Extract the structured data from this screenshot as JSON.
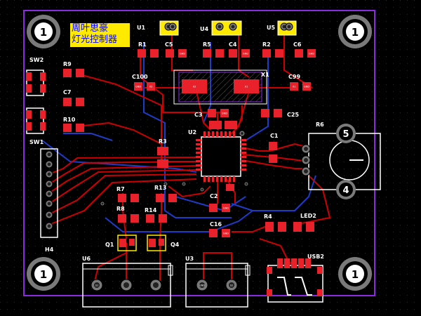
{
  "title": {
    "line1": "周叶思豪",
    "line2": "灯光控制器"
  },
  "mounting_hole_label": "1",
  "pot_labels": {
    "top": "5",
    "bottom": "4"
  },
  "designators": {
    "sw2": "SW2",
    "sw1": "SW1",
    "r9": "R9",
    "c7": "C7",
    "r10": "R10",
    "h4": "H4",
    "u1": "U1",
    "u4": "U4",
    "u5": "U5",
    "r1": "R1",
    "c5": "C5",
    "r5": "R5",
    "c4": "C4",
    "r2": "R2",
    "c6": "C6",
    "c100": "C100",
    "x1": "X1",
    "c99": "C99",
    "c3": "C3",
    "c25": "C25",
    "u2": "U2",
    "c1": "C1",
    "r3": "R3",
    "r6": "R6",
    "r7": "R7",
    "r13": "R13",
    "r8": "R8",
    "r14": "R14",
    "c2": "C2",
    "c16": "C16",
    "r4": "R4",
    "led2": "LED2",
    "q1": "Q1",
    "q4": "Q4",
    "u6": "U6",
    "u3": "U3",
    "usb2": "USB2"
  },
  "pad_labels": {
    "gnd": "GND",
    "x1": "X1",
    "x2": "X2",
    "s1": "S1",
    "s2": "S2"
  },
  "colors": {
    "board_edge": "#8a2be2",
    "top_copper": "#cc0000",
    "bottom_copper": "#1e3cc8",
    "pad": "#e8212b",
    "silkscreen": "#ffffff",
    "title_bg": "#ffea00",
    "title_text": "#0000ff"
  }
}
